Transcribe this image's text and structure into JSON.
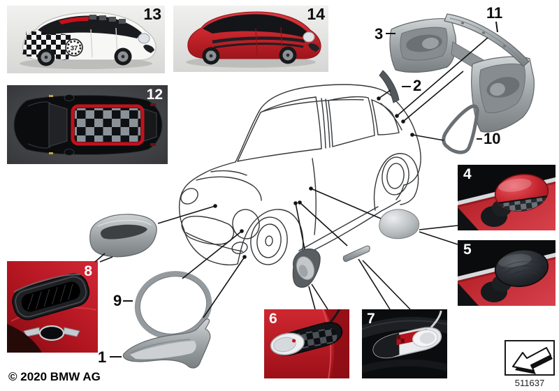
{
  "footer": {
    "copyright": "© 2020 BMW AG",
    "diagram_number": "511637"
  },
  "gallery": {
    "photo13": {
      "label": "13",
      "racing_number": "37"
    },
    "photo14": {
      "label": "14"
    },
    "photo12": {
      "label": "12"
    },
    "photo8": {
      "label": "8"
    },
    "photo4": {
      "label": "4"
    },
    "photo5": {
      "label": "5"
    },
    "photo6": {
      "label": "6"
    },
    "photo7": {
      "label": "7"
    }
  },
  "callouts": {
    "part1": "1",
    "part2": "2",
    "part3": "3",
    "part9": "9",
    "part10": "10",
    "part11": "11"
  },
  "colors": {
    "accent_red": "#c0161f",
    "checker_gray": "#868e96",
    "part_gray": "#9aa0a4",
    "line": "#2f3134"
  }
}
